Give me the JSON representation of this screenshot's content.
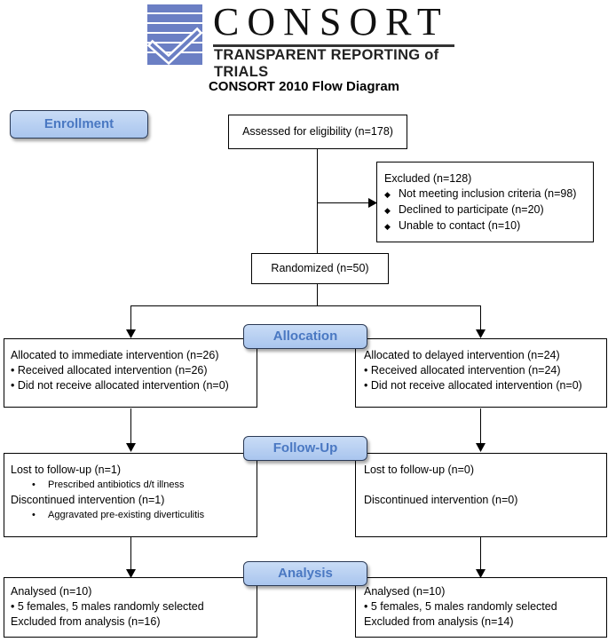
{
  "logo": {
    "wordmark": "CONSORT",
    "tagline": "TRANSPARENT REPORTING of TRIALS"
  },
  "title": "CONSORT 2010 Flow Diagram",
  "stages": {
    "enrollment": "Enrollment",
    "allocation": "Allocation",
    "followup": "Follow-Up",
    "analysis": "Analysis"
  },
  "assessed": "Assessed for eligibility (n=178)",
  "excluded": {
    "heading": "Excluded  (n=128)",
    "items": [
      "Not meeting inclusion criteria (n=98)",
      "Declined to participate (n=20)",
      "Unable to contact (n=10)"
    ]
  },
  "randomized": "Randomized (n=50)",
  "allocation": {
    "left": {
      "heading": "Allocated to immediate intervention (n=26)",
      "items": [
        "Received allocated intervention (n=26)",
        "Did not receive allocated intervention (n=0)"
      ]
    },
    "right": {
      "heading": "Allocated to delayed intervention (n=24)",
      "items": [
        "Received allocated intervention (n=24)",
        "Did not receive allocated intervention (n=0)"
      ]
    }
  },
  "followup": {
    "left": {
      "lost": "Lost to follow-up (n=1)",
      "lost_reason": "Prescribed antibiotics d/t illness",
      "discontinued": "Discontinued intervention (n=1)",
      "discontinued_reason": "Aggravated pre-existing diverticulitis"
    },
    "right": {
      "lost": "Lost to follow-up (n=0)",
      "discontinued": "Discontinued intervention (n=0)"
    }
  },
  "analysis": {
    "left": {
      "analysed": "Analysed (n=10)",
      "detail": "5 females, 5 males randomly selected",
      "excluded": "Excluded from analysis (n=16)"
    },
    "right": {
      "analysed": "Analysed (n=10)",
      "detail": "5 females, 5 males randomly selected",
      "excluded": "Excluded from analysis (n=14)"
    }
  }
}
